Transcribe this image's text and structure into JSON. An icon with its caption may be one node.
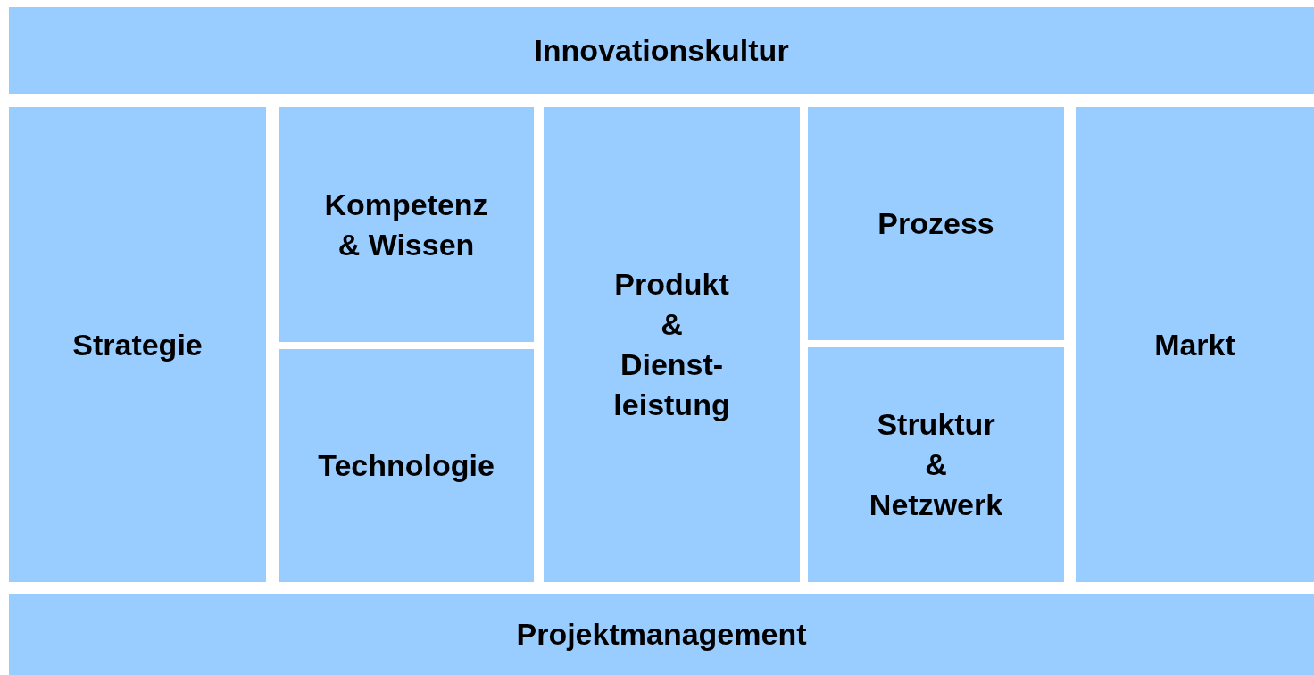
{
  "diagram": {
    "nodes": [
      {
        "text": [
          "Innovationskultur"
        ]
      },
      {
        "text": [
          "Strategie"
        ]
      },
      {
        "text": [
          "Kompetenz & Wissen"
        ]
      },
      {
        "text": [
          "Technologie"
        ]
      },
      {
        "text": [
          "Produkt & Dienst- leistung"
        ]
      },
      {
        "text": [
          "Prozess"
        ]
      },
      {
        "text": [
          "Struktur & Netzwerk"
        ]
      },
      {
        "text": [
          "Markt"
        ]
      },
      {
        "text": [
          "Projektmanagement"
        ]
      }
    ]
  }
}
